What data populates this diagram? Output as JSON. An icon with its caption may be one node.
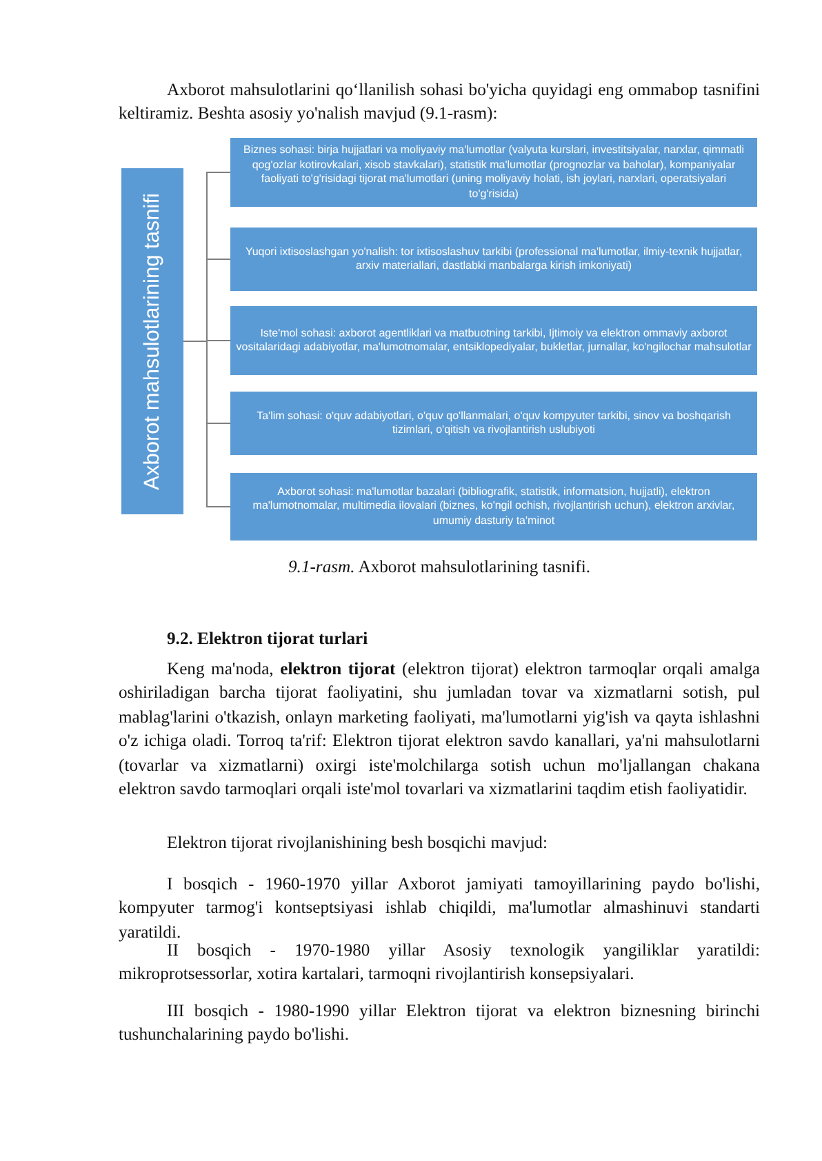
{
  "diagram": {
    "caption": "*9.1-rasm.* Axborot mahsulotlarining tasnifi.",
    "nodes": [
      {
        "text": [
          "Axborot mahsulotlarining tasnifi"
        ]
      },
      {
        "text": [
          "Biznes sohasi: birja hujjatlari va moliyaviy ma'lumotlar (valyuta kurslari, investitsiyalar, narxlar, qimmatli qog'ozlar kotirovkalari, xisob stavkalari), statistik ma'lumotlar (prognozlar va baholar), kompaniyalar faoliyati to'g'risidagi tijorat ma'lumotlari (uning moliyaviy holati, ish joylari, narxlari, operatsiyalari to'g'risida)"
        ]
      },
      {
        "text": [
          "Yuqori ixtisoslashgan yo'nalish: tor ixtisoslashuv tarkibi (professional ma'lumotlar, ilmiy-texnik hujjatlar, arxiv materiallari, dastlabki manbalarga kirish imkoniyati)"
        ]
      },
      {
        "text": [
          "Iste'mol sohasi: axborot agentliklari va matbuotning tarkibi, Ijtimoiy va elektron ommaviy axborot vositalaridagi adabiyotlar, ma'lumotnomalar, entsiklopediyalar, bukletlar, jurnallar, ko'ngilochar mahsulotlar"
        ]
      },
      {
        "text": [
          "Ta'lim sohasi: o'quv adabiyotlari, o'quv qo'llanmalari, o'quv kompyuter tarkibi, sinov va boshqarish tizimlari, o'qitish va rivojlantirish uslubiyoti"
        ]
      },
      {
        "text": [
          "Axborot sohasi: ma'lumotlar bazalari (bibliografik, statistik, informatsion, hujjatli), elektron ma'lumotnomalar, multimedia ilovalari (biznes, ko'ngil ochish, rivojlantirish uchun), elektron arxivlar, umumiy dasturiy ta'minot"
        ]
      }
    ],
    "edges": [
      {
        "from": 0,
        "to": 1,
        "arrow": "none"
      },
      {
        "from": 0,
        "to": 2,
        "arrow": "none"
      },
      {
        "from": 0,
        "to": 3,
        "arrow": "none"
      },
      {
        "from": 0,
        "to": 4,
        "arrow": "none"
      },
      {
        "from": 0,
        "to": 5,
        "arrow": "none"
      }
    ],
    "labels": [
      "Axborot mahsulotlarini qo‘llanilish sohasi bo'yicha quyidagi eng ommabop tasnifini keltiramiz. Beshta asosiy yo'nalish mavjud (9.1-rasm):",
      "9.2. Elektron tijorat turlari",
      "Keng ma'noda, **elektron tijorat** (elektron tijorat) elektron tarmoqlar orqali amalga oshiriladigan barcha tijorat faoliyatini, shu jumladan tovar va xizmatlarni sotish, pul mablag'larini o'tkazish, onlayn marketing faoliyati, ma'lumotlarni yig'ish va qayta ishlashni o'z ichiga oladi. Torroq ta'rif: Elektron tijorat elektron savdo kanallari, ya'ni mahsulotlarni (tovarlar va xizmatlarni) oxirgi iste'molchilarga sotish uchun mo'ljallangan chakana elektron savdo tarmoqlari orqali iste'mol tovarlari va xizmatlarini taqdim etish faoliyatidir.",
      "Elektron tijorat rivojlanishining besh bosqichi mavjud:",
      "I bosqich - 1960-1970 yillar Axborot jamiyati tamoyillarining paydo bo'lishi, kompyuter tarmog'i kontseptsiyasi ishlab chiqildi, ma'lumotlar almashinuvi standarti yaratildi.",
      "II bosqich - 1970-1980 yillar Asosiy texnologik yangiliklar yaratildi: mikroprotsessorlar, xotira kartalari, tarmoqni rivojlantirish konsepsiyalari.",
      "III bosqich - 1980-1990 yillar Elektron tijorat va elektron biznesning birinchi tushunchalarining paydo bo'lishi."
    ]
  }
}
